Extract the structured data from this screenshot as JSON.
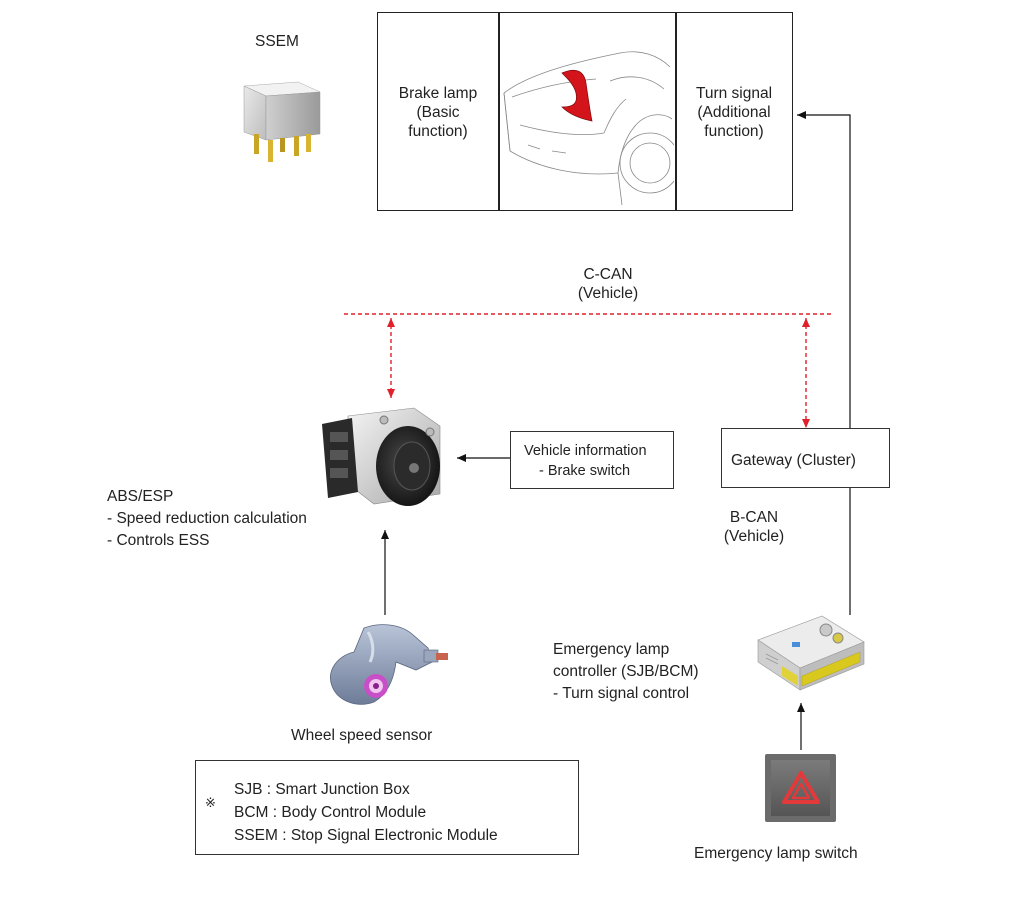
{
  "ssem": {
    "label": "SSEM",
    "icon": "relay-module-icon"
  },
  "lamp_panel": {
    "brake_lamp": [
      "Brake lamp",
      "(Basic",
      "function)"
    ],
    "turn_signal": [
      "Turn signal",
      "(Additional",
      "function)"
    ],
    "image": "vehicle-rear-lamp-icon"
  },
  "c_can": {
    "line1": "C-CAN",
    "line2": "(Vehicle)"
  },
  "abs": {
    "icon": "abs-esp-unit-icon",
    "title": "ABS/ESP",
    "item1": "- Speed reduction calculation",
    "item2": "- Controls ESS"
  },
  "vehicle_info": {
    "line1": "Vehicle information",
    "line2": "- Brake switch"
  },
  "gateway": {
    "label": "Gateway (Cluster)"
  },
  "b_can": {
    "line1": "B-CAN",
    "line2": "(Vehicle)"
  },
  "wheel_sensor": {
    "label": "Wheel speed sensor",
    "icon": "wheel-speed-sensor-icon"
  },
  "emergency_controller": {
    "icon": "sjb-bcm-module-icon",
    "line1": "Emergency lamp",
    "line2": "controller (SJB/BCM)",
    "line3": "- Turn signal control"
  },
  "emergency_switch": {
    "label": "Emergency lamp switch",
    "icon": "hazard-switch-icon"
  },
  "legend": {
    "mark": "※",
    "items": [
      "SJB : Smart Junction Box",
      "BCM : Body Control Module",
      "SSEM : Stop  Signal Electronic Module"
    ]
  },
  "colors": {
    "can_line": "#e0202a",
    "lamp_red": "#d3141a",
    "hazard_red": "#e23a3a"
  }
}
